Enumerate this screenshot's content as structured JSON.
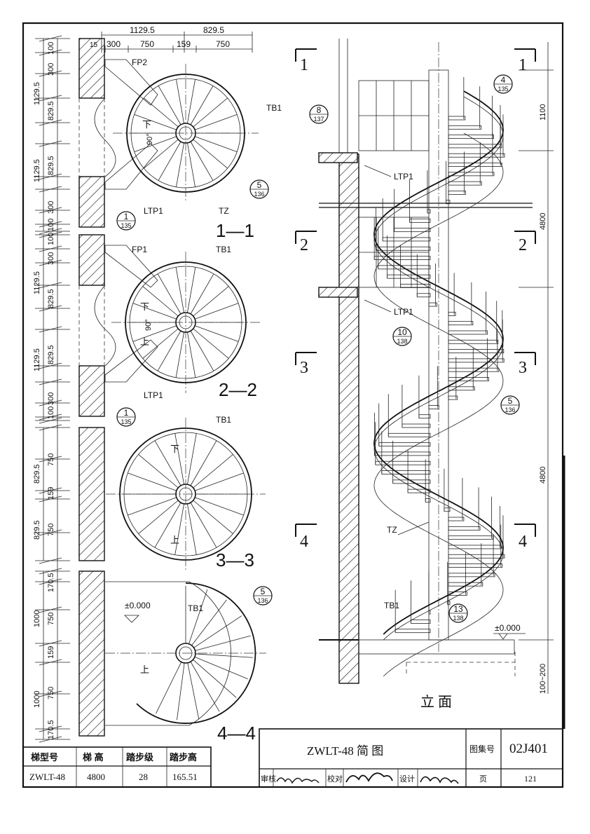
{
  "sheet": {
    "drawing_title": "ZWLT-48  简  图",
    "atlas_label": "图集号",
    "atlas_no": "02J401",
    "page_label": "页",
    "page_no": "121",
    "review_label": "审核",
    "check_label": "校对",
    "design_label": "设计"
  },
  "spec_table": {
    "headers": [
      "梯型号",
      "梯  高",
      "踏步级",
      "踏步高"
    ],
    "row": [
      "ZWLT-48",
      "4800",
      "28",
      "165.51"
    ]
  },
  "plans": {
    "top_dims": [
      "1129.5",
      "829.5"
    ],
    "sub_dims": [
      "300",
      "750",
      "159",
      "750"
    ],
    "left_dims_1": [
      "100",
      "300",
      "1129.5",
      "829.5",
      "1129.5",
      "829.5",
      "300",
      "100"
    ],
    "left_dims_2": [
      "100",
      "300",
      "1129.5",
      "829.5",
      "1129.5",
      "829.5",
      "300",
      "100"
    ],
    "left_dims_3": [
      "829.5",
      "750",
      "159",
      "829.5",
      "750"
    ],
    "left_dims_4": [
      "170.5",
      "1000",
      "750",
      "159",
      "1000",
      "750",
      "170.5"
    ],
    "small_dim_15": "15",
    "section_labels": [
      "1—1",
      "2—2",
      "3—3",
      "4—4"
    ],
    "tags": {
      "fp2": "FP2",
      "fp1": "FP1",
      "tb1": "TB1",
      "ltp1": "LTP1",
      "tz": "TZ"
    },
    "down": "下",
    "up": "上",
    "angle": "90°",
    "level": "±0.000",
    "detail_1_135": {
      "num": "1",
      "den": "135"
    },
    "detail_5_136": {
      "num": "5",
      "den": "136"
    }
  },
  "elevation": {
    "title": "立  面",
    "cut_marks": [
      "1",
      "2",
      "3",
      "4"
    ],
    "dims_right": [
      "1100",
      "4800",
      "4800",
      "100~200"
    ],
    "tags": {
      "ltp1": "LTP1",
      "tz": "TZ",
      "tb1": "TB1"
    },
    "level": "±0.000",
    "details": [
      {
        "num": "8",
        "den": "137"
      },
      {
        "num": "4",
        "den": "135"
      },
      {
        "num": "10",
        "den": "138"
      },
      {
        "num": "5",
        "den": "136"
      },
      {
        "num": "13",
        "den": "138"
      }
    ]
  }
}
